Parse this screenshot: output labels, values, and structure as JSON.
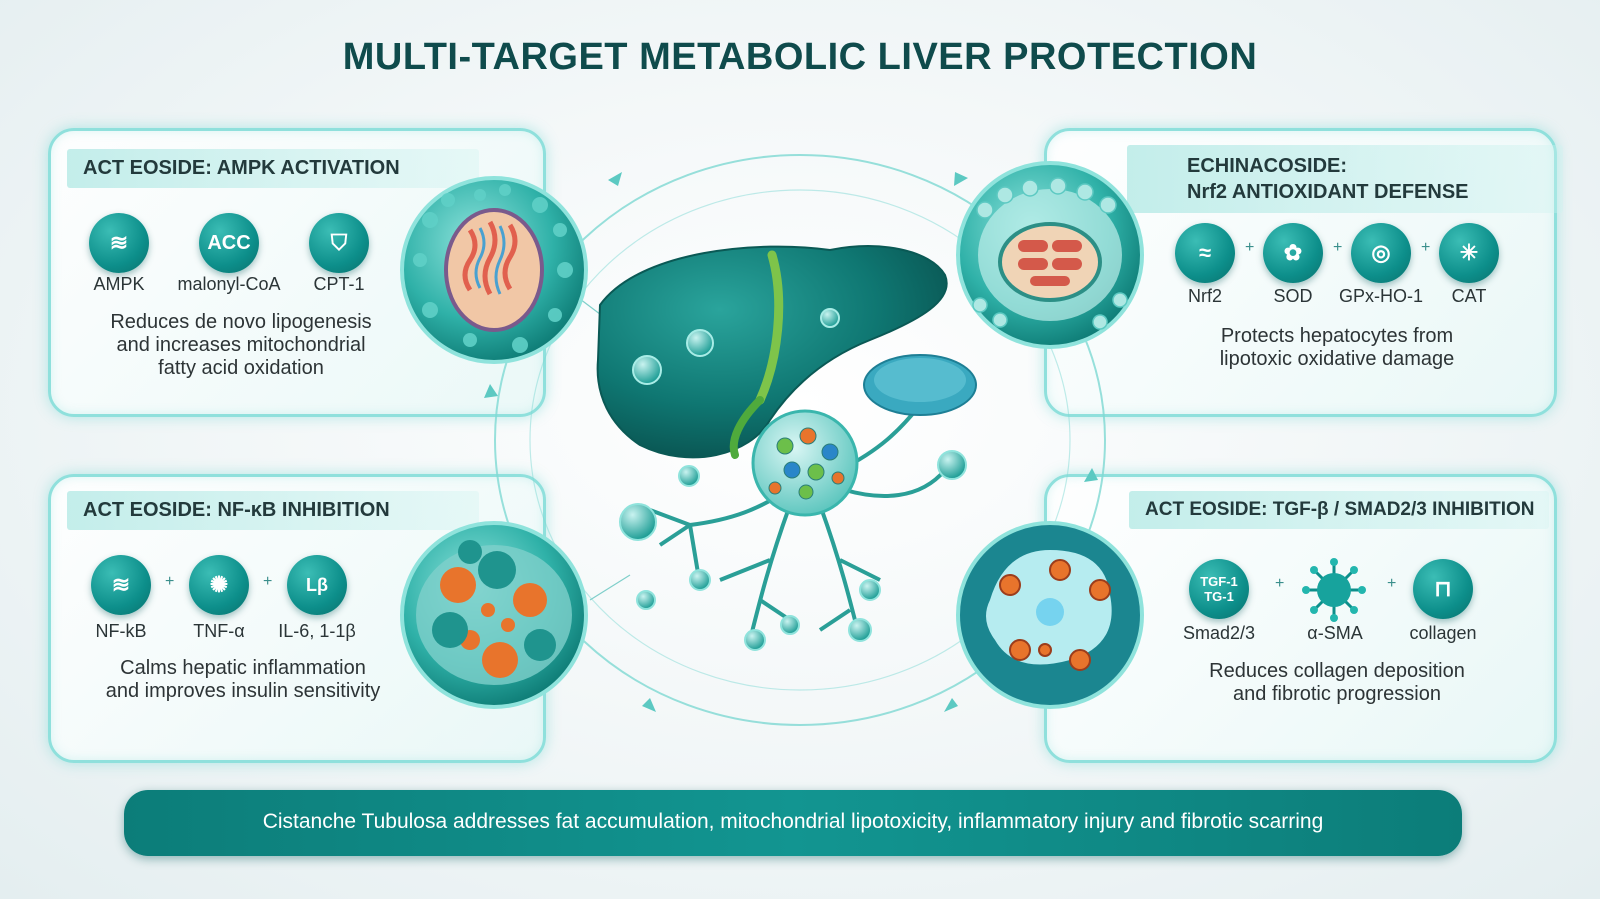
{
  "title": "MULTI-TARGET METABOLIC LIVER PROTECTION",
  "colors": {
    "teal_dark": "#0f4b4c",
    "teal": "#129591",
    "panel_border": "#8fe0dc",
    "orange": "#e8742c",
    "green": "#6cbf4a"
  },
  "panels": {
    "top_left": {
      "title": "ACT EOSIDE: AMPK ACTIVATION",
      "icons": [
        {
          "label": "AMPK",
          "glyph": "≋",
          "icon": "ampk-icon"
        },
        {
          "label": "malonyl-CoA",
          "glyph": "ACC",
          "icon": "acc-icon"
        },
        {
          "label": "CPT-1",
          "glyph": "⛉",
          "icon": "cpt1-shield-icon"
        }
      ],
      "description": [
        "Reduces de novo lipogenesis",
        "and increases mitochondrial",
        "fatty acid oxidation"
      ]
    },
    "top_right": {
      "title_lines": [
        "ECHINACOSIDE:",
        "Nrf2 ANTIOXIDANT DEFENSE"
      ],
      "icons": [
        {
          "label": "Nrf2",
          "glyph": "≈",
          "icon": "nrf2-wave-icon"
        },
        {
          "label": "SOD",
          "glyph": "✿",
          "icon": "sod-icon"
        },
        {
          "label": "GPx-HO-1",
          "glyph": "◎",
          "icon": "gpx-ho1-icon"
        },
        {
          "label": "CAT",
          "glyph": "✳",
          "icon": "cat-icon"
        }
      ],
      "description": [
        "Protects hepatocytes from",
        "lipotoxic oxidative damage"
      ]
    },
    "bottom_left": {
      "title": "ACT EOSIDE: NF-κB INHIBITION",
      "icons": [
        {
          "label": "NF-kB",
          "glyph": "≋",
          "icon": "nfkb-icon"
        },
        {
          "label": "TNF-α",
          "glyph": "✺",
          "icon": "tnf-alpha-icon"
        },
        {
          "label": "IL-6, 1-1β",
          "glyph": "Lβ",
          "icon": "il6-il1b-icon"
        }
      ],
      "description": [
        "Calms hepatic inflammation",
        "and improves insulin sensitivity"
      ]
    },
    "bottom_right": {
      "title": "ACT EOSIDE: TGF-β / SMAD2/3 INHIBITION",
      "icons": [
        {
          "label": "Smad2/3",
          "glyph": "TGF-1\nTG-1",
          "icon": "smad23-icon"
        },
        {
          "label": "α-SMA",
          "glyph": "",
          "icon": "alpha-sma-icon"
        },
        {
          "label": "collagen",
          "glyph": "⊓",
          "icon": "collagen-icon"
        }
      ],
      "description": [
        "Reduces collagen deposition",
        "and fibrotic progression"
      ]
    }
  },
  "footer": "Cistanche Tubulosa addresses fat accumulation, mitochondrial lipotoxicity, inflammatory injury and fibrotic scarring"
}
